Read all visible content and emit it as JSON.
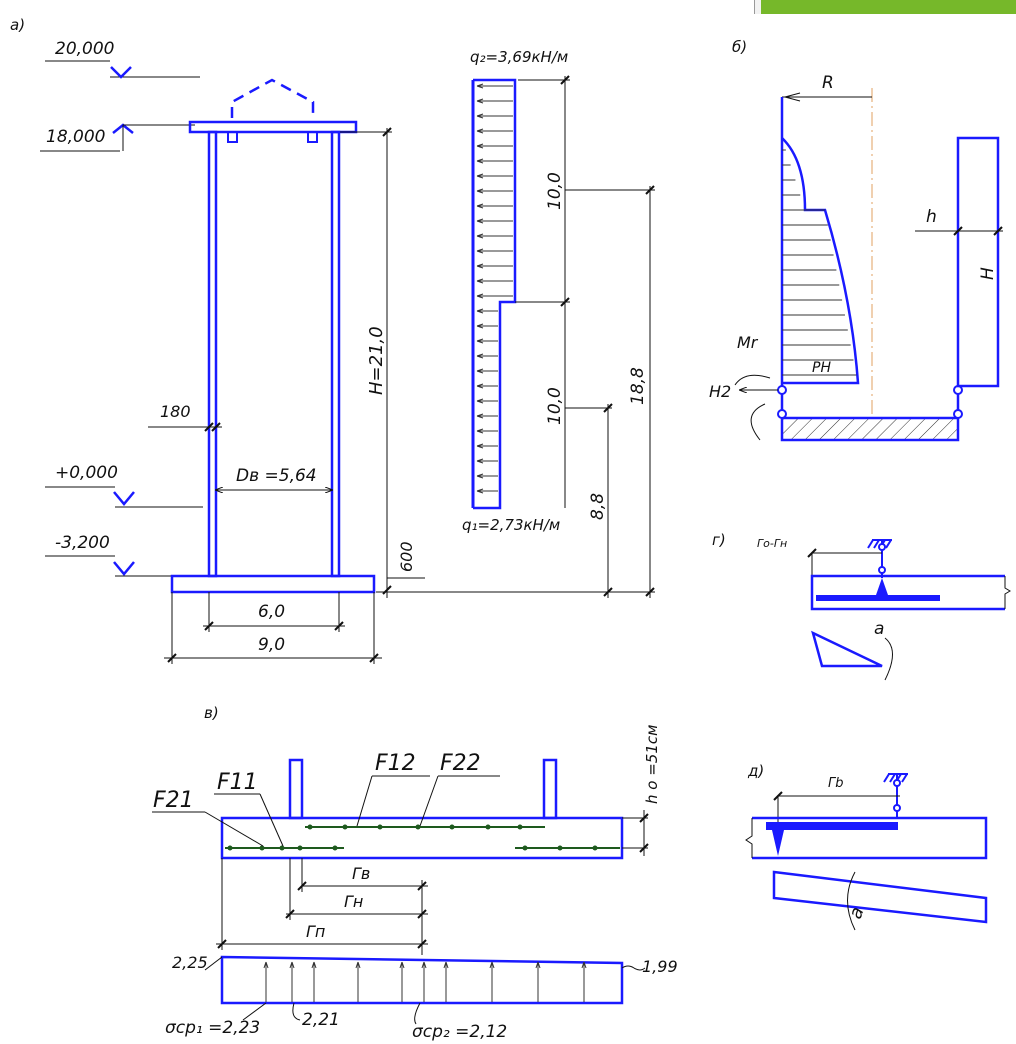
{
  "colors": {
    "outline": "#1a1aff",
    "dims": "#111111",
    "rebar": "#1e5a1e",
    "axis": "#e0a060",
    "corner": "#76b82a"
  },
  "panel_a": {
    "label": "a)",
    "elev_top": "20,000",
    "elev_roof": "18,000",
    "elev_zero": "+0,000",
    "elev_bottom": "-3,200",
    "wall_thk": "180",
    "diameter": "Dв =5,64",
    "height": "H=21,0",
    "slab_thk": "600",
    "inner_width": "6,0",
    "outer_width": "9,0",
    "q2": "q₂=3,69кН/м",
    "q1": "q₁=2,73кН/м",
    "seg_upper": "10,0",
    "seg_lower": "10,0",
    "dim_188": "18,8",
    "dim_88": "8,8"
  },
  "panel_b": {
    "label": "б)",
    "R": "R",
    "h": "h",
    "H": "H",
    "M": "Mr",
    "H2": "H2",
    "PH": "PH"
  },
  "panel_v": {
    "label": "в)",
    "F21": "F21",
    "F11": "F11",
    "F12": "F12",
    "F22": "F22",
    "h0": "h o =51см",
    "rv": "Гв",
    "rn": "Гн",
    "rp": "Гп",
    "p_left": "2,25",
    "p_right": "1,99",
    "sigma1": "σср₁ =2,23",
    "mid": "2,21",
    "sigma2": "σср₂ =2,12"
  },
  "panel_g": {
    "label": "г)",
    "rr": "Го-Гн",
    "alpha": "a"
  },
  "panel_d": {
    "label": "д)",
    "rb": "Гb",
    "alpha": "a"
  }
}
